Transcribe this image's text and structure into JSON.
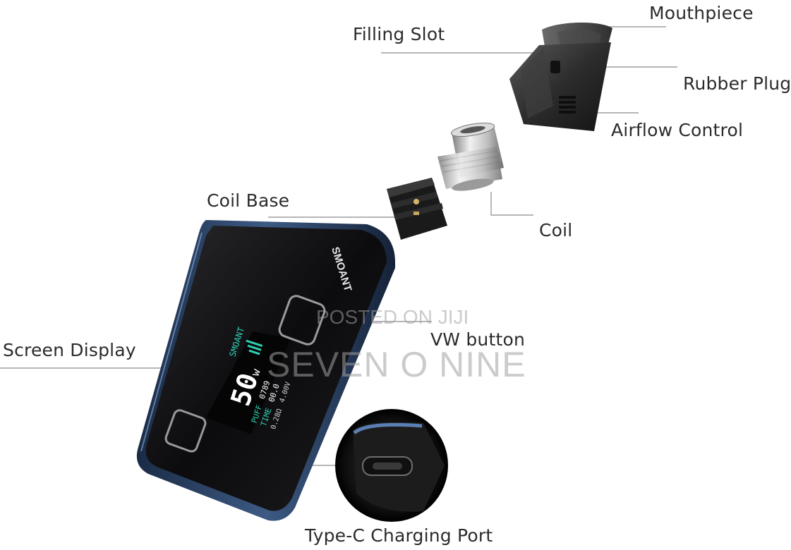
{
  "labels": {
    "mouthpiece": "Mouthpiece",
    "filling_slot": "Filling Slot",
    "rubber_plug": "Rubber Plug",
    "airflow_control": "Airflow Control",
    "coil_base": "Coil Base",
    "coil": "Coil",
    "screen_display": "Screen Display",
    "vw_button": "VW button",
    "type_c_port": "Type-C Charging Port"
  },
  "device": {
    "brand": "SMOANT",
    "screen_brand": "SMOANT",
    "power_value": "50",
    "power_unit": "w",
    "puff_label": "PUFF",
    "puff_value": "0789",
    "time_label": "TIME",
    "time_value": "00.0",
    "resistance": "0.28Ω",
    "voltage": "4.00V"
  },
  "watermark": {
    "line1": "POSTED ON JIJI",
    "line2": "SEVEN O NINE"
  },
  "colors": {
    "label_text": "#2b2b2b",
    "leader_line": "#8a8a8a",
    "screen_accent": "#2fd0b4",
    "body_blue": "#2b3d5c"
  }
}
